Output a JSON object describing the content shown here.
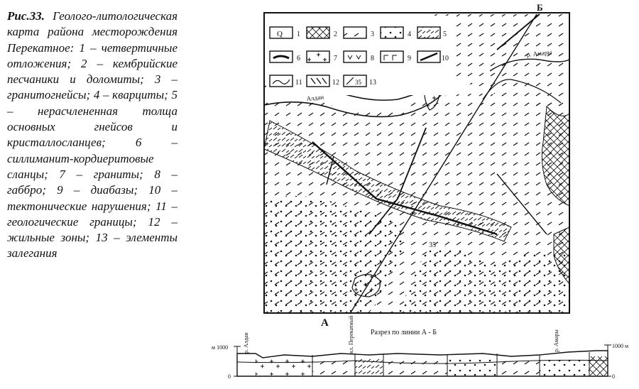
{
  "caption": {
    "title": "Рис.33.",
    "text": "Геолого-литологическая карта района месторождения Перекатное:",
    "legend_items": [
      "1 – четвертичные отложения;",
      "2 – кембрийские песчаники и доломиты;",
      "3 – гранитогнейсы;",
      "4 – кварциты;",
      "5 – нерасчлененная толща основных гнейсов и кристаллосланцев;",
      "6 – силлиманит-кордиеритовые сланцы;",
      "7 – граниты;",
      "8 – габбро;",
      "9 – диабазы;",
      "10 – тектонические нарушения;",
      "11 – геологические границы;",
      "12 – жильные зоны;",
      "13 – элементы залегания"
    ]
  },
  "legend_box": {
    "q_symbol": "Q",
    "numbers": [
      "1",
      "2",
      "3",
      "4",
      "5",
      "6",
      "7",
      "8",
      "9",
      "10",
      "11",
      "12",
      "13"
    ],
    "dip_value": "35"
  },
  "map": {
    "point_a": "А",
    "point_b": "Б",
    "river_aldan": "Алдан",
    "river_amary": "р. Амары",
    "dip_label": "35"
  },
  "section": {
    "title": "Разрез по линии А - Б",
    "left_scale_top": "м 1000",
    "left_scale_bottom": "0",
    "right_scale_top": "1000 м",
    "right_scale_bottom": "0",
    "label_aldan": "р. Алдан",
    "label_perekatny": "кл. Перекатный",
    "label_amary": "р. Амары"
  }
}
